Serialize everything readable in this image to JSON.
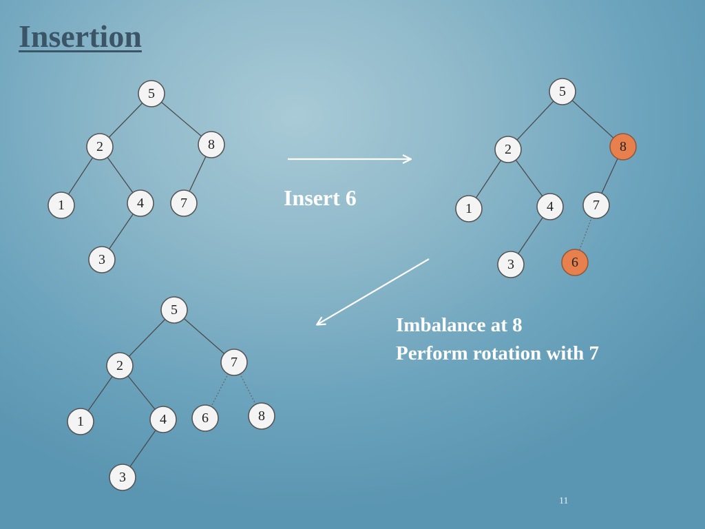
{
  "slide": {
    "title": "Insertion",
    "insert_label": "Insert 6",
    "imbalance_line1": "Imbalance at 8",
    "imbalance_line2": "Perform rotation with 7",
    "slide_number": "11"
  },
  "colors": {
    "background": "#7fb0c4",
    "title": "#3b5566",
    "node_fill": "#f4f4f4",
    "highlight_node_fill": "#e8804d",
    "label_text": "#ffffff"
  },
  "trees": [
    {
      "name": "before",
      "nodes": [
        {
          "key": "5",
          "label": "5"
        },
        {
          "key": "2",
          "label": "2"
        },
        {
          "key": "8",
          "label": "8"
        },
        {
          "key": "1",
          "label": "1"
        },
        {
          "key": "4",
          "label": "4"
        },
        {
          "key": "7",
          "label": "7"
        },
        {
          "key": "3",
          "label": "3"
        }
      ]
    },
    {
      "name": "after-insert",
      "nodes": [
        {
          "key": "5",
          "label": "5"
        },
        {
          "key": "2",
          "label": "2"
        },
        {
          "key": "8",
          "label": "8",
          "highlight": true
        },
        {
          "key": "1",
          "label": "1"
        },
        {
          "key": "4",
          "label": "4"
        },
        {
          "key": "7",
          "label": "7"
        },
        {
          "key": "3",
          "label": "3"
        },
        {
          "key": "6",
          "label": "6",
          "highlight": true
        }
      ]
    },
    {
      "name": "after-rotation",
      "nodes": [
        {
          "key": "5",
          "label": "5"
        },
        {
          "key": "2",
          "label": "2"
        },
        {
          "key": "7",
          "label": "7"
        },
        {
          "key": "1",
          "label": "1"
        },
        {
          "key": "4",
          "label": "4"
        },
        {
          "key": "6",
          "label": "6"
        },
        {
          "key": "8",
          "label": "8"
        },
        {
          "key": "3",
          "label": "3"
        }
      ]
    }
  ]
}
